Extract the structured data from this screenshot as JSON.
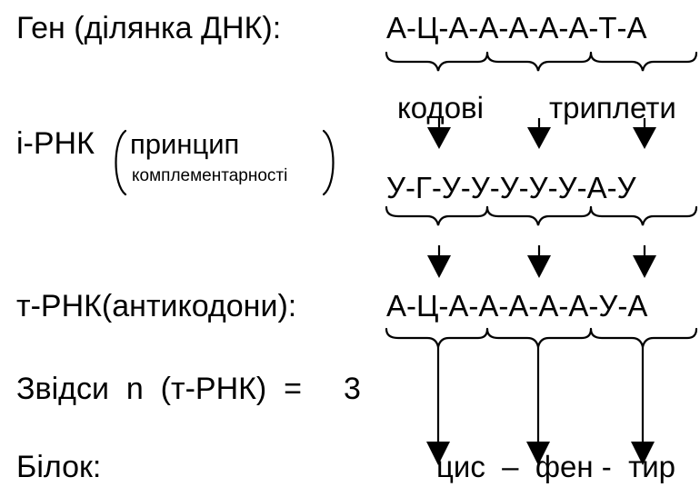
{
  "rows": {
    "gene_label": "Ген (ділянка ДНК):",
    "gene_seq": "А-Ц-А-А-А-А-А-Т-А",
    "codon_label_left": "кодові",
    "codon_label_right": "триплети",
    "irna_label": "і-РНК",
    "principle_line1": "принцип",
    "principle_line2": "комплементарності",
    "irna_seq": "У-Г-У-У-У-У-У-А-У",
    "trna_label": "т-РНК(антикодони):",
    "trna_seq": "А-Ц-А-А-А-А-А-У-А",
    "count_label": "Звідси  n  (т-РНК)  =",
    "count_value": "3",
    "protein_label": "Білок:",
    "protein_seq": "цис  –  фен -  тир"
  },
  "colors": {
    "ink": "#000000",
    "background": "#ffffff"
  }
}
